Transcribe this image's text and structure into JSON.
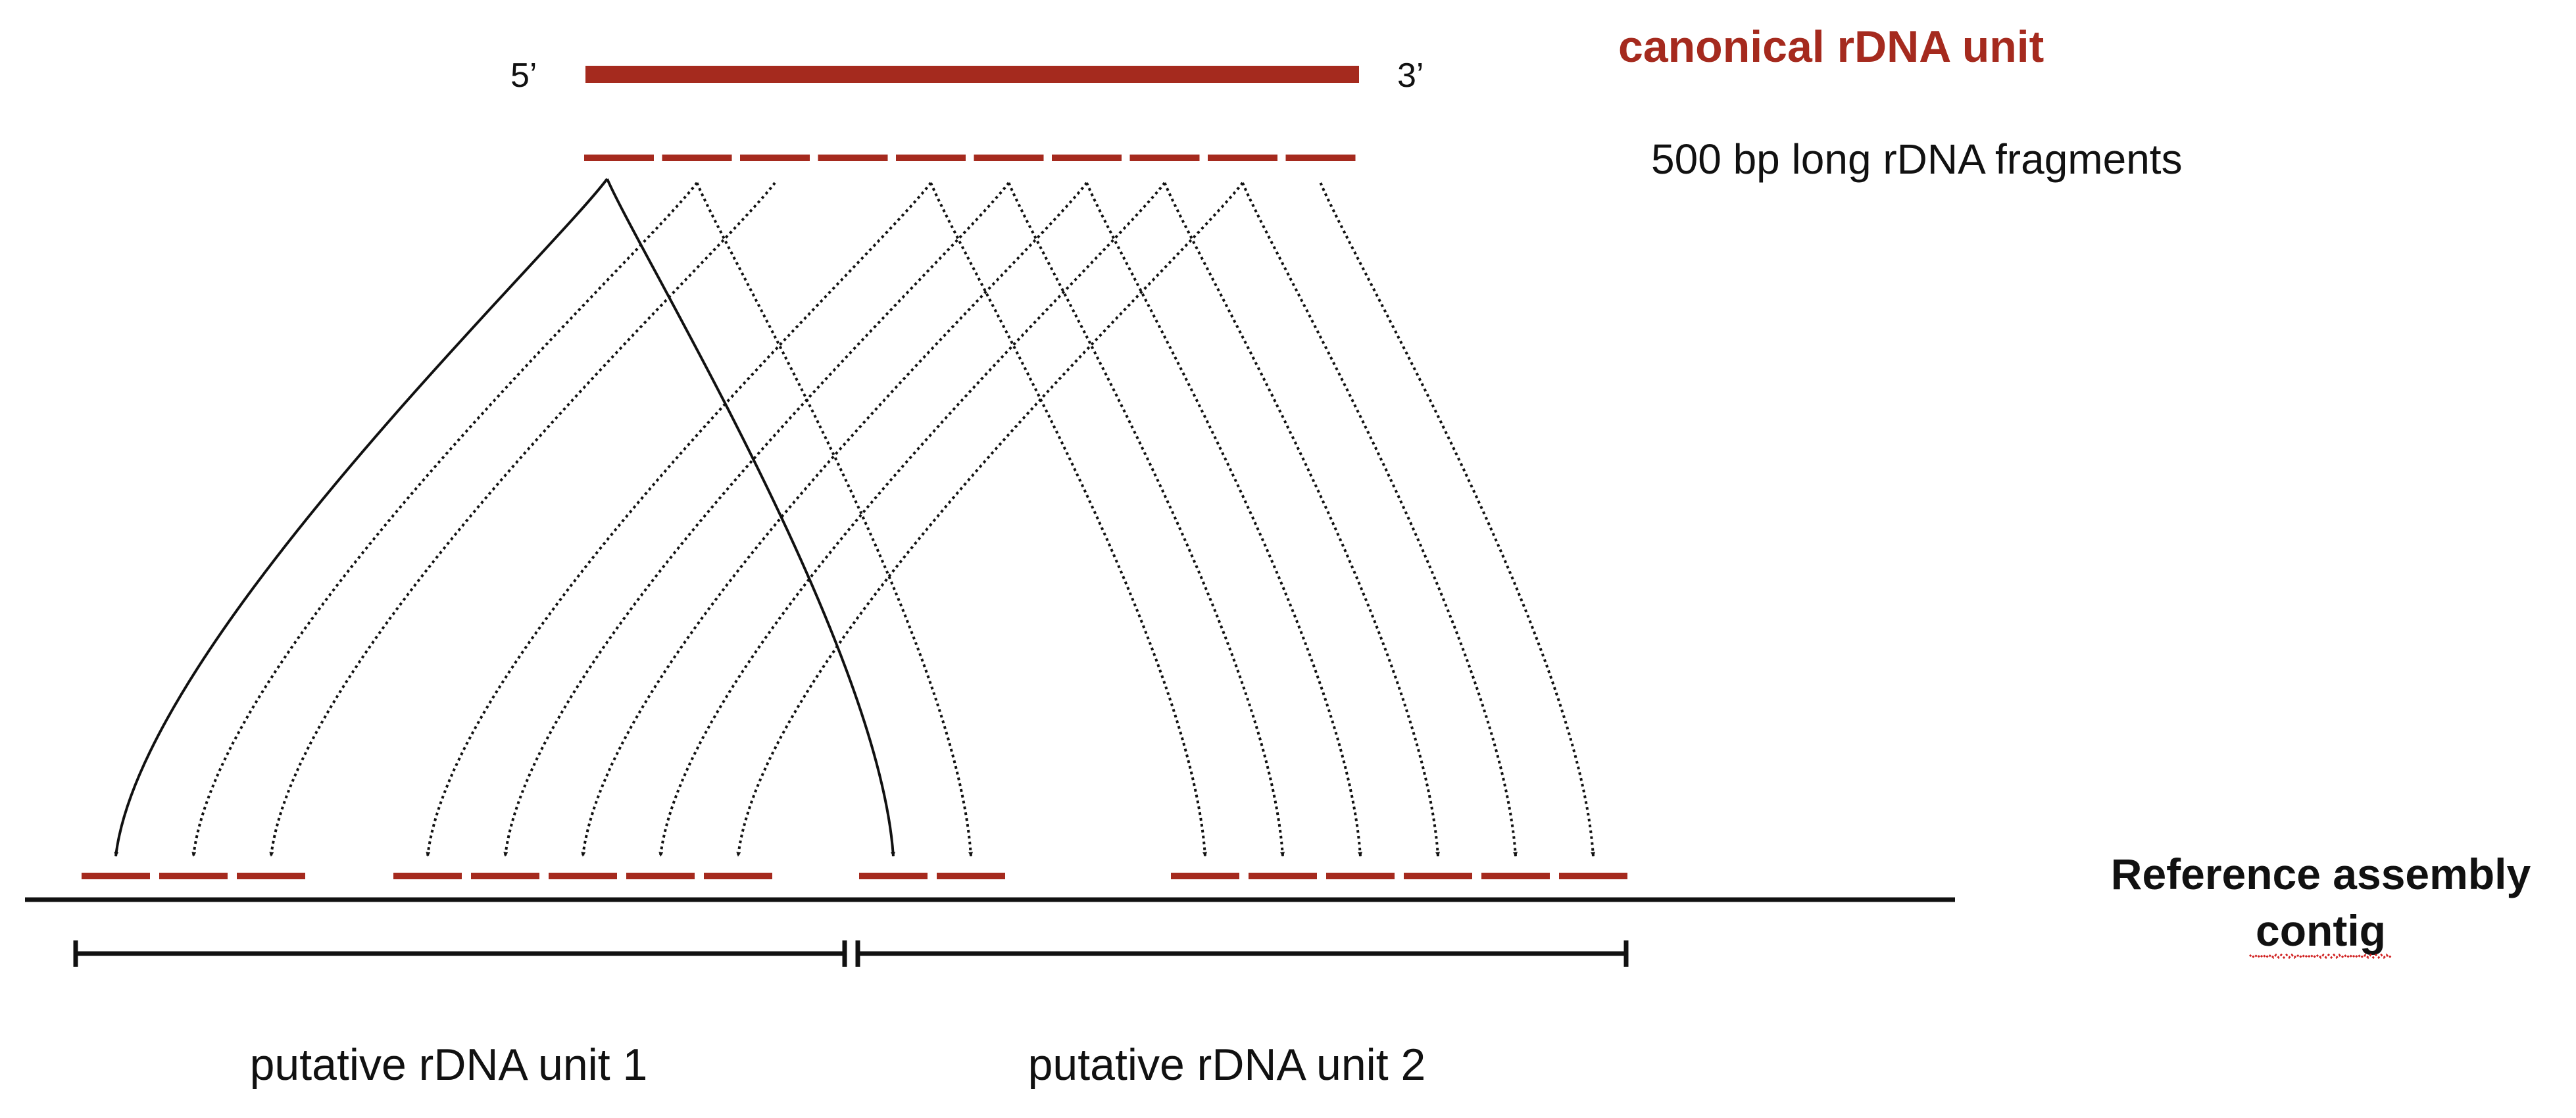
{
  "colors": {
    "rdna_red": "#a52a1e",
    "line_black": "#111111",
    "spellcheck_red": "#d02020"
  },
  "labels": {
    "five_prime": "5’",
    "three_prime": "3’",
    "canonical_unit": "canonical rDNA unit",
    "fragments": "500 bp long rDNA fragments",
    "reference_line1": "Reference assembly",
    "reference_line2": "contig",
    "unit1": "putative rDNA unit 1",
    "unit2": "putative rDNA unit 2"
  },
  "diagram": {
    "fragment_count": 10,
    "mappings": [
      {
        "from": 1,
        "to": 1,
        "style": "solid"
      },
      {
        "from": 1,
        "to": 9,
        "style": "solid"
      },
      {
        "from": 2,
        "to": 2,
        "style": "dotted"
      },
      {
        "from": 2,
        "to": 10,
        "style": "dotted"
      },
      {
        "from": 3,
        "to": 3,
        "style": "dotted"
      },
      {
        "from": 5,
        "to": 4,
        "style": "dotted"
      },
      {
        "from": 5,
        "to": 11,
        "style": "dotted"
      },
      {
        "from": 6,
        "to": 5,
        "style": "dotted"
      },
      {
        "from": 6,
        "to": 12,
        "style": "dotted"
      },
      {
        "from": 7,
        "to": 6,
        "style": "dotted"
      },
      {
        "from": 7,
        "to": 13,
        "style": "dotted"
      },
      {
        "from": 8,
        "to": 7,
        "style": "dotted"
      },
      {
        "from": 8,
        "to": 14,
        "style": "dotted"
      },
      {
        "from": 9,
        "to": 8,
        "style": "dotted"
      },
      {
        "from": 9,
        "to": 15,
        "style": "dotted"
      },
      {
        "from": 10,
        "to": 16,
        "style": "dotted"
      }
    ]
  }
}
